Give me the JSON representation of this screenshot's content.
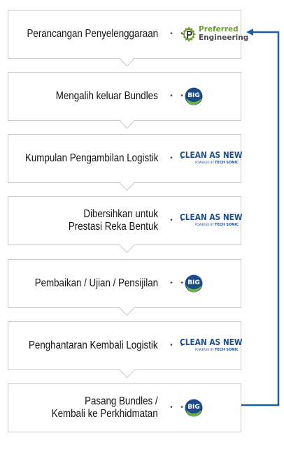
{
  "steps": [
    {
      "label": [
        "Perancangan Penyelenggaraan"
      ],
      "logo": "preferred-engineering"
    },
    {
      "label": [
        "Mengalih keluar Bundles"
      ],
      "logo": "big"
    },
    {
      "label": [
        "Kumpulan Pengambilan Logistik"
      ],
      "logo": "clean-as-new"
    },
    {
      "label": [
        "Dibersihkan untuk",
        "Prestasi Reka Bentuk"
      ],
      "logo": "clean-as-new"
    },
    {
      "label": [
        "Pembaikan / Ujian / Pensijilan"
      ],
      "logo": "big"
    },
    {
      "label": [
        "Penghantaran Kembali Logistik"
      ],
      "logo": "clean-as-new"
    },
    {
      "label": [
        "Pasang Bundles /",
        "Kembali ke Perkhidmatan"
      ],
      "logo": "big"
    }
  ],
  "logos": {
    "preferred_engineering": {
      "line1": "Preferred",
      "line2": "Engineering",
      "icon": "gear-icon"
    },
    "big": {
      "text": "BIG"
    },
    "clean_as_new": {
      "main": "CLEAN AS NEW",
      "powered_by": "POWERED BY",
      "brand": "TECH SONIC"
    }
  },
  "colors": {
    "connector": "#1f5fa0",
    "box_border": "#c9c9c9",
    "big_blue": "#1b4a8a",
    "big_green": "#6fb43f",
    "pe_green": "#6e9e2e",
    "can_blue": "#1d4f8f"
  }
}
